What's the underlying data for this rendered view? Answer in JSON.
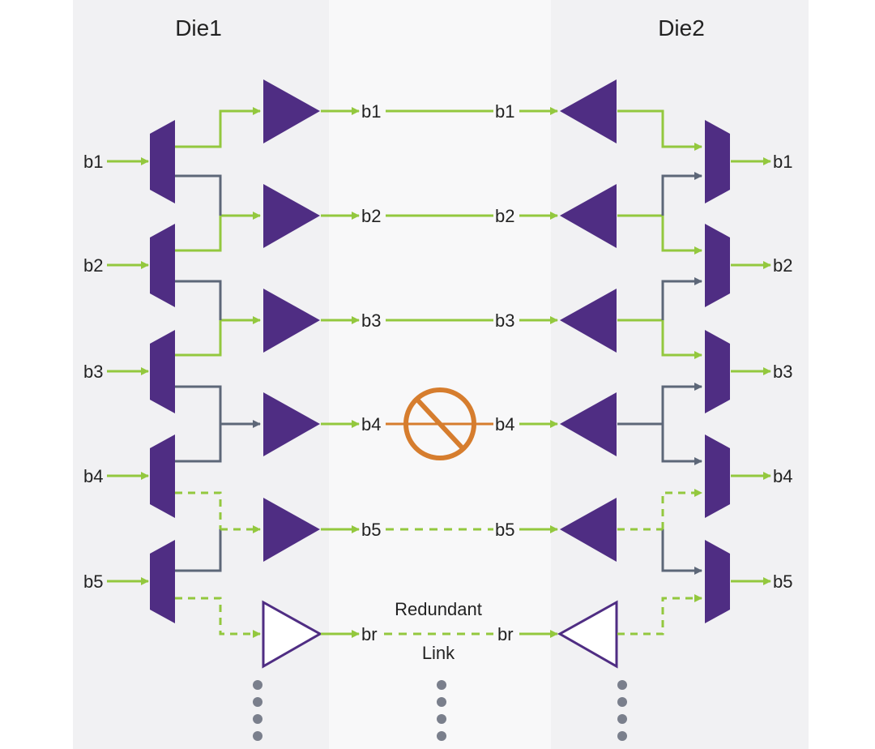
{
  "die1": {
    "title": "Die1"
  },
  "die2": {
    "title": "Die2"
  },
  "inputs": [
    "b1",
    "b2",
    "b3",
    "b4",
    "b5"
  ],
  "outputs": [
    "b1",
    "b2",
    "b3",
    "b4",
    "b5"
  ],
  "link_labels": [
    "b1",
    "b2",
    "b3",
    "b4",
    "b5"
  ],
  "redundant": {
    "tx_label": "br",
    "rx_label": "br",
    "caption_line1": "Redundant",
    "caption_line2": "Link"
  },
  "colors": {
    "purple": "#4f2d83",
    "green": "#93c83e",
    "gray": "#5d6778",
    "orange": "#d67d2e",
    "dots": "#7a7f8c",
    "die_bg": "#f1f1f3"
  },
  "failed_link_index": 3,
  "icons": {
    "failure": "prohibited-icon",
    "continuation": "vertical-ellipsis-icon"
  }
}
